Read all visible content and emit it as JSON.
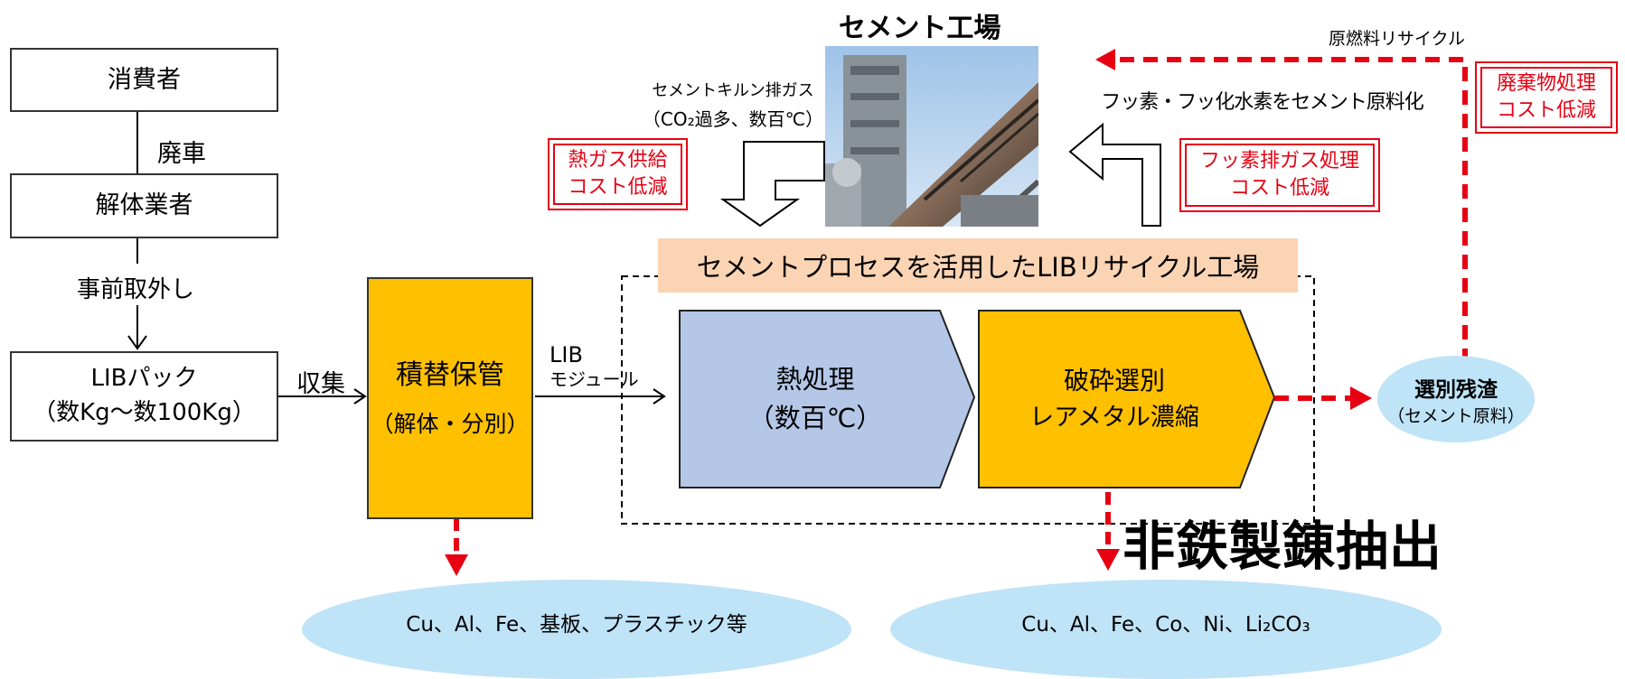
{
  "left_chain": {
    "consumer": "消費者",
    "scrap_car": "廃車",
    "dismantler": "解体業者",
    "pre_removal": "事前取外し",
    "lib_pack_line1": "LIBパック",
    "lib_pack_line2": "（数Kg～数100Kg）",
    "collection": "収集"
  },
  "storage": {
    "title": "積替保管",
    "subtitle": "（解体・分別）"
  },
  "lib_module": {
    "line1": "LIB",
    "line2": "モジュール"
  },
  "cement_plant": {
    "title": "セメント工場",
    "kiln_gas_line1": "セメントキルン排ガス",
    "kiln_gas_line2": "（CO₂過多、数百℃）",
    "hot_gas_line1": "熱ガス供給",
    "hot_gas_line2": "コスト低減",
    "fluorine_text": "フッ素・フッ化水素をセメント原料化",
    "fluorine_gas_line1": "フッ素排ガス処理",
    "fluorine_gas_line2": "コスト低減",
    "raw_fuel_recycle": "原燃料リサイクル",
    "waste_line1": "廃棄物処理",
    "waste_line2": "コスト低減"
  },
  "factory": {
    "title": "セメントプロセスを活用したLIBリサイクル工場",
    "heat_line1": "熱処理",
    "heat_line2": "（数百℃）",
    "crush_line1": "破砕選別",
    "crush_line2": "レアメタル濃縮"
  },
  "residue": {
    "line1": "選別残渣",
    "line2": "（セメント原料）"
  },
  "nonferrous": "非鉄製錬抽出",
  "outputs": {
    "left": "Cu、Al、Fe、基板、プラスチック等",
    "right": "Cu、Al、Fe、Co、Ni、Li₂CO₃"
  },
  "colors": {
    "accent_red": "#e60012",
    "orange": "#ffc000",
    "blue_grey": "#b4c7e7",
    "light_blue": "#bfe3f7",
    "peach": "#fbd4b4"
  }
}
